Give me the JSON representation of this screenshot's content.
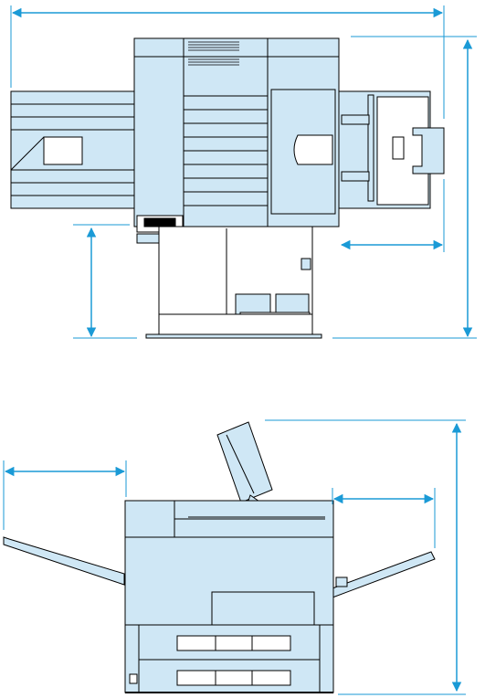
{
  "diagram": {
    "title": "",
    "labels": [],
    "colors": {
      "body_fill": "#cfe7f5",
      "outline": "#000000",
      "dimension": "#1a9ad6",
      "background": "#ffffff"
    },
    "views": [
      {
        "name": "top-view",
        "dimension_arrows": [
          "overall-width",
          "output-tray-depth",
          "height-left",
          "overall-depth-right"
        ]
      },
      {
        "name": "front-view",
        "dimension_arrows": [
          "left-tray-width",
          "right-tray-width",
          "overall-height"
        ]
      }
    ]
  }
}
